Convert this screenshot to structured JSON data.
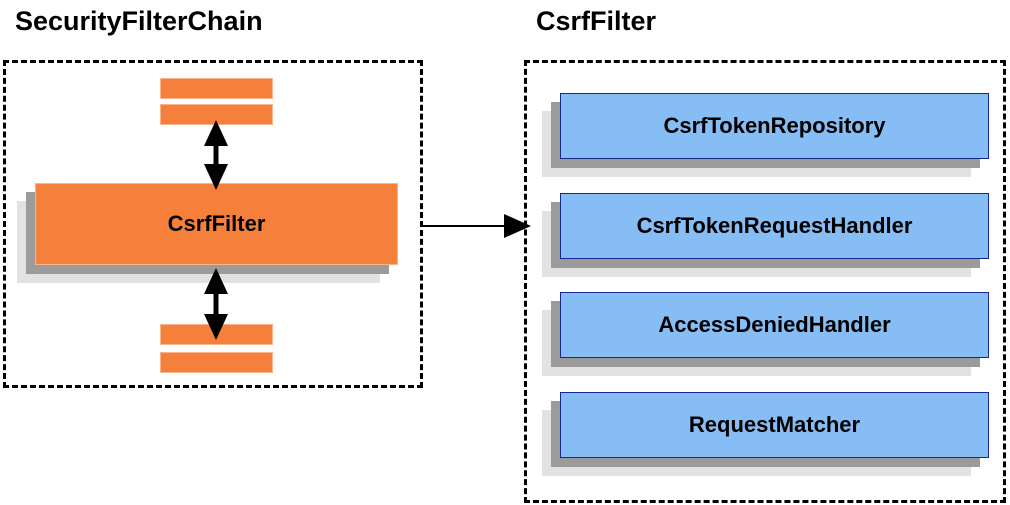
{
  "diagram": {
    "title_left": "SecurityFilterChain",
    "title_right": "CsrfFilter",
    "colors": {
      "orange_fill": "#f4803c",
      "orange_border": "#f9b38a",
      "blue_fill": "#85bdf4",
      "blue_border": "#18288c",
      "shadow_mid": "#9b9b9b",
      "shadow_back": "#e2e2e2",
      "outline": "#000000",
      "background": "#ffffff"
    }
  },
  "left_panel": {
    "title": "SecurityFilterChain",
    "filter_box": {
      "label": "CsrfFilter"
    },
    "slabs_top": [
      {
        "label": ""
      },
      {
        "label": ""
      }
    ],
    "slabs_bottom": [
      {
        "label": ""
      },
      {
        "label": ""
      }
    ],
    "connectors": [
      {
        "name": "double-arrow-top",
        "direction": "bidirectional-vertical"
      },
      {
        "name": "double-arrow-bottom",
        "direction": "bidirectional-vertical"
      }
    ]
  },
  "right_panel": {
    "title": "CsrfFilter",
    "components": [
      {
        "label": "CsrfTokenRepository"
      },
      {
        "label": "CsrfTokenRequestHandler"
      },
      {
        "label": "AccessDeniedHandler"
      },
      {
        "label": "RequestMatcher"
      }
    ]
  },
  "cross_connector": {
    "name": "csrffilter-to-collaborators-arrow",
    "direction": "left-to-right"
  }
}
